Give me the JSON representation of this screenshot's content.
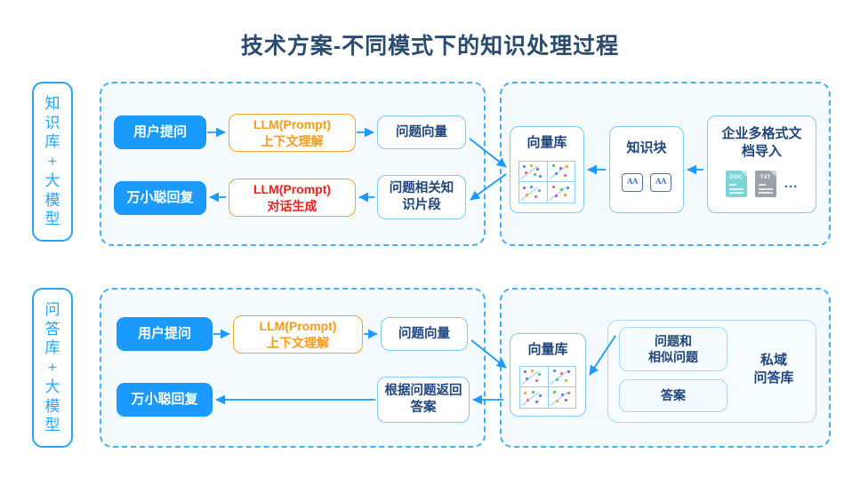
{
  "page": {
    "title": "技术方案-不同模式下的知识处理过程",
    "accent_blue": "#1a9afc",
    "panel_border_blue": "#46aef7",
    "panel_fill": "#f4fafe",
    "title_color": "#2b4a6f",
    "orange": "#f79b18",
    "red": "#fb1d1d"
  },
  "rows": [
    {
      "side_label_chars": [
        "知",
        "识",
        "库",
        "+",
        "大",
        "模",
        "型"
      ],
      "left_flow": {
        "user_prompt": "用户提问",
        "llm_top_line1": "LLM(Prompt)",
        "llm_top_line2": "上下文理解",
        "question_vector": "问题向量",
        "reply": "万小聪回复",
        "llm_bottom_line1": "LLM(Prompt)",
        "llm_bottom_line2": "对话生成",
        "related_knowledge_line1": "问题相关知",
        "related_knowledge_line2": "识片段"
      },
      "right_flow": {
        "vector_db": "向量库",
        "knowledge_block": "知识块",
        "aa_badges": [
          "AA",
          "AA"
        ],
        "doc_import_line1": "企业多格式文",
        "doc_import_line2": "档导入",
        "file_types": [
          "DOC",
          "TXT"
        ],
        "ellipsis": "..."
      }
    },
    {
      "side_label_chars": [
        "问",
        "答",
        "库",
        "+",
        "大",
        "模",
        "型"
      ],
      "left_flow": {
        "user_prompt": "用户提问",
        "llm_top_line1": "LLM(Prompt)",
        "llm_top_line2": "上下文理解",
        "question_vector": "问题向量",
        "reply": "万小聪回复",
        "return_answer_line1": "根据问题返回",
        "return_answer_line2": "答案"
      },
      "right_flow": {
        "vector_db": "向量库",
        "qa_similar_line1": "问题和",
        "qa_similar_line2": "相似问题",
        "answer": "答案",
        "private_kb_line1": "私域",
        "private_kb_line2": "问答库"
      }
    }
  ]
}
